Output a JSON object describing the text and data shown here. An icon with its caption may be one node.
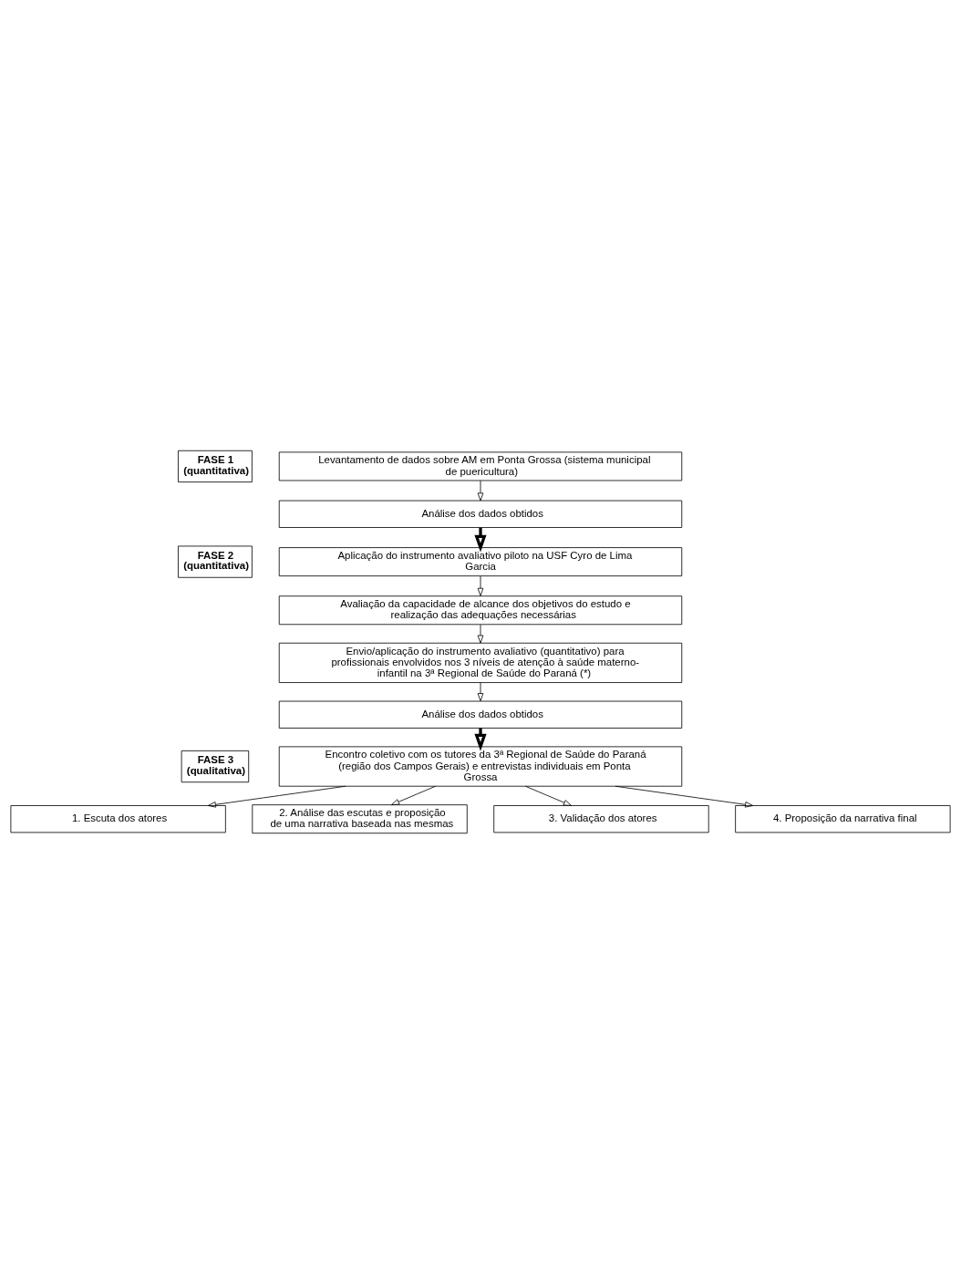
{
  "diagram": {
    "nodes": [
      {
        "text": [
          "FASE 1",
          "(quantitativa)"
        ]
      },
      {
        "text": [
          "Levantamento de dados sobre AM em Ponta Grossa (sistema municipal de puericultura)"
        ]
      },
      {
        "text": [
          "Análise dos dados obtidos"
        ]
      },
      {
        "text": [
          "FASE 2",
          "(quantitativa)"
        ]
      },
      {
        "text": [
          "Aplicação do instrumento avaliativo piloto na USF Cyro de Lima Garcia"
        ]
      },
      {
        "text": [
          "Avaliação da capacidade de alcance dos objetivos do estudo e realização das adequações necessárias"
        ]
      },
      {
        "text": [
          "Envio/aplicação do instrumento avaliativo (quantitativo) para profissionais envolvidos nos 3 níveis de atenção à saúde materno-infantil na 3ª Regional de Saúde do Paraná (*)"
        ]
      },
      {
        "text": [
          "Análise dos dados obtidos"
        ]
      },
      {
        "text": [
          "FASE 3",
          "(qualitativa)"
        ]
      },
      {
        "text": [
          "Encontro coletivo com os tutores da 3ª Regional de Saúde do Paraná (região dos Campos Gerais) e entrevistas individuais em Ponta Grossa"
        ]
      },
      {
        "text": [
          "1. Escuta dos atores"
        ]
      },
      {
        "text": [
          "2. Análise das escutas e proposição de uma narrativa baseada nas mesmas"
        ]
      },
      {
        "text": [
          "3. Validação dos atores"
        ]
      },
      {
        "text": [
          "4. Proposição da narrativa final"
        ]
      }
    ],
    "edges": [
      {
        "from": 1,
        "to": 2,
        "arrow": "to"
      },
      {
        "from": 2,
        "to": 4,
        "arrow": "to",
        "style": "thick"
      },
      {
        "from": 4,
        "to": 5,
        "arrow": "to"
      },
      {
        "from": 5,
        "to": 6,
        "arrow": "to"
      },
      {
        "from": 6,
        "to": 7,
        "arrow": "to"
      },
      {
        "from": 7,
        "to": 9,
        "arrow": "to",
        "style": "thick"
      },
      {
        "from": 9,
        "to": 10,
        "arrow": "to"
      },
      {
        "from": 9,
        "to": 11,
        "arrow": "to"
      },
      {
        "from": 9,
        "to": 12,
        "arrow": "to"
      },
      {
        "from": 9,
        "to": 13,
        "arrow": "to"
      }
    ]
  }
}
